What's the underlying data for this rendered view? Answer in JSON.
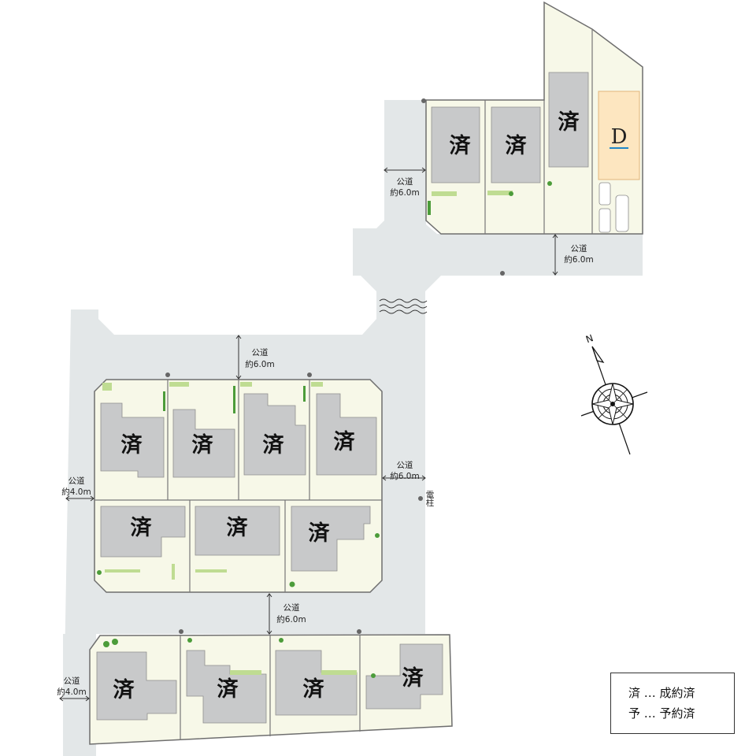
{
  "lots": {
    "north_block": [
      {
        "label": "済"
      },
      {
        "label": "済"
      },
      {
        "label": "済"
      },
      {
        "label": "D",
        "status": "available"
      }
    ],
    "block_a_top": [
      {
        "label": "済"
      },
      {
        "label": "済"
      },
      {
        "label": "済"
      },
      {
        "label": "済"
      }
    ],
    "block_a_bottom": [
      {
        "label": "済"
      },
      {
        "label": "済"
      },
      {
        "label": "済"
      }
    ],
    "block_b": [
      {
        "label": "済"
      },
      {
        "label": "済"
      },
      {
        "label": "済"
      },
      {
        "label": "済"
      }
    ]
  },
  "roads": {
    "north_west": {
      "line1": "公道",
      "line2": "約6.0m"
    },
    "north_south": {
      "line1": "公道",
      "line2": "約6.0m"
    },
    "middle_top": {
      "line1": "公道",
      "line2": "約6.0m"
    },
    "middle_east": {
      "line1": "公道",
      "line2": "約6.0m"
    },
    "middle_west": {
      "line1": "公道",
      "line2": "約4.0m"
    },
    "lower_middle": {
      "line1": "公道",
      "line2": "約6.0m"
    },
    "bottom_west": {
      "line1": "公道",
      "line2": "約4.0m"
    }
  },
  "utility_pole": {
    "line1": "電",
    "line2": "柱"
  },
  "compass": {
    "north": "N"
  },
  "legend": {
    "row1": "済 … 成約済",
    "row2": "予 … 予約済"
  },
  "colors": {
    "road": "#e3e7e8",
    "lot": "#f7f8e8",
    "house": "#c8c9ca",
    "available_lot_house": "#fde6c0",
    "greenery": "#bfdc92"
  }
}
